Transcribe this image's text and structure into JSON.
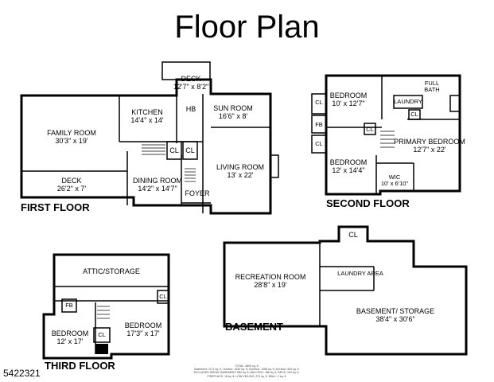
{
  "title": "Floor Plan",
  "listing_id": "5422321",
  "floors": {
    "first": {
      "label": "FIRST FLOOR",
      "rooms": {
        "deck_top": {
          "name": "DECK",
          "dims": "12'7\" x 8'2\""
        },
        "kitchen": {
          "name": "KITCHEN",
          "dims": "14'4\" x 14'"
        },
        "hb": {
          "name": "HB"
        },
        "sun_room": {
          "name": "SUN ROOM",
          "dims": "16'6\" x 8'"
        },
        "family_room": {
          "name": "FAMILY ROOM",
          "dims": "30'3\" x 19'"
        },
        "cl1": {
          "name": "CL"
        },
        "cl2": {
          "name": "CL"
        },
        "living_room": {
          "name": "LIVING ROOM",
          "dims": "13' x 22'"
        },
        "dining_room": {
          "name": "DINING ROOM",
          "dims": "14'2\" x 14'7\""
        },
        "deck_bottom": {
          "name": "DECK",
          "dims": "26'2\" x 7'"
        },
        "foyer": {
          "name": "FOYER"
        }
      }
    },
    "second": {
      "label": "SECOND FLOOR",
      "rooms": {
        "bedroom_a": {
          "name": "BEDROOM",
          "dims": "10' x 12'7\""
        },
        "laundry": {
          "name": "LAUNDRY"
        },
        "full_bath": {
          "name": "FULL BATH"
        },
        "cl_a": {
          "name": "CL"
        },
        "cl_b": {
          "name": "CL"
        },
        "cl_c": {
          "name": "CL"
        },
        "cl_d": {
          "name": "CL"
        },
        "fb": {
          "name": "FB"
        },
        "primary_bedroom": {
          "name": "PRIMARY BEDROOM",
          "dims": "12'7\" x 22'"
        },
        "bedroom_b": {
          "name": "BEDROOM",
          "dims": "12' x 14'4\""
        },
        "wic": {
          "name": "WIC",
          "dims": "10' x 6'10\""
        }
      }
    },
    "third": {
      "label": "THIRD FLOOR",
      "rooms": {
        "attic": {
          "name": "ATTIC/STORAGE"
        },
        "fb": {
          "name": "FB"
        },
        "cl_a": {
          "name": "CL"
        },
        "cl_b": {
          "name": "CL"
        },
        "bedroom_a": {
          "name": "BEDROOM",
          "dims": "12' x 17'"
        },
        "bedroom_b": {
          "name": "BEDROOM",
          "dims": "17'3\" x 17'"
        }
      }
    },
    "basement": {
      "label": "BASEMENT",
      "rooms": {
        "cl": {
          "name": "CL"
        },
        "recreation": {
          "name": "RECREATION ROOM",
          "dims": "28'8\" x 19'"
        },
        "laundry_area": {
          "name": "LAUNDRY AREA"
        },
        "storage": {
          "name": "BASEMENT/ STORAGE",
          "dims": "38'4\" x 30'6\""
        }
      }
    }
  },
  "stats": {
    "line1": "TOTAL: 3690 sq. ft",
    "line2": "Basement: 1171 sq. ft, 1st floor: 1542 sq. ft, 2nd floor: 1058 sq. ft, 3rd floor: 520 sq. ft",
    "line3": "EXCLUDED AREAS: BASEMENT: 882 sq. ft, BALCONY: 186 sq. ft, DECK: 154 sq. ft,",
    "line4": "FIREPLACE: 18 sq. ft, LOW CEILING: 274 sq. ft, WALL: 2 sq. ft"
  }
}
